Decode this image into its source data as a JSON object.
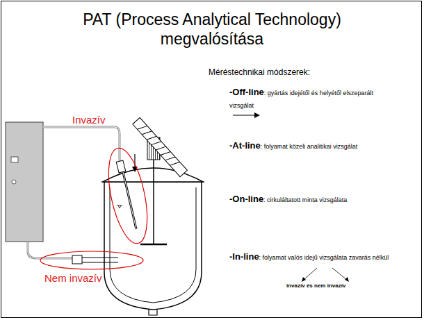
{
  "diagram": {
    "title": "PAT (Process Analytical Technology) megvalósítása",
    "labels": [
      "Méréstechnikai módszerek:",
      "-Off-line",
      ": gyártás idejétől és helyétől elszeparált vizsgálat",
      "-At-line",
      ": folyamat közeli analitikai vizsgálat",
      "-On-line",
      ": cirkuláltatott minta vizsgálata",
      "-In-line",
      ": folyamat valós idejű vizsgálata zavarás nélkül",
      "invazív és nem invazív",
      "Invazív",
      "Nem invazív"
    ]
  }
}
